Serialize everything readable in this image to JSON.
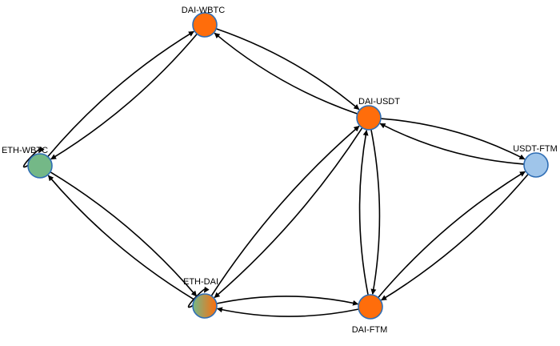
{
  "graph": {
    "nodes": [
      {
        "id": "dai_wbtc",
        "label": "DAI-WBTC",
        "fill": "orange"
      },
      {
        "id": "dai_usdt",
        "label": "DAI-USDT",
        "fill": "orange"
      },
      {
        "id": "usdt_ftm",
        "label": "USDT-FTM",
        "fill": "lightblue"
      },
      {
        "id": "eth_wbtc",
        "label": "ETH-WBTC",
        "fill": "green"
      },
      {
        "id": "eth_dai",
        "label": "ETH-DAI",
        "fill": "green-orange"
      },
      {
        "id": "dai_ftm",
        "label": "DAI-FTM",
        "fill": "orange"
      }
    ],
    "edges": [
      {
        "from": "dai_wbtc",
        "to": "eth_wbtc"
      },
      {
        "from": "eth_wbtc",
        "to": "dai_wbtc"
      },
      {
        "from": "dai_wbtc",
        "to": "dai_usdt"
      },
      {
        "from": "dai_usdt",
        "to": "dai_wbtc"
      },
      {
        "from": "eth_wbtc",
        "to": "eth_dai"
      },
      {
        "from": "eth_dai",
        "to": "eth_wbtc"
      },
      {
        "from": "eth_dai",
        "to": "dai_usdt"
      },
      {
        "from": "dai_usdt",
        "to": "eth_dai"
      },
      {
        "from": "eth_dai",
        "to": "dai_ftm"
      },
      {
        "from": "dai_ftm",
        "to": "eth_dai"
      },
      {
        "from": "dai_usdt",
        "to": "dai_ftm"
      },
      {
        "from": "dai_ftm",
        "to": "dai_usdt"
      },
      {
        "from": "dai_usdt",
        "to": "usdt_ftm"
      },
      {
        "from": "usdt_ftm",
        "to": "dai_usdt"
      },
      {
        "from": "usdt_ftm",
        "to": "dai_ftm"
      },
      {
        "from": "dai_ftm",
        "to": "usdt_ftm"
      },
      {
        "from": "eth_wbtc",
        "to": "eth_wbtc"
      },
      {
        "from": "eth_dai",
        "to": "eth_dai"
      }
    ],
    "colors": {
      "orange": "#ff6d0b",
      "lightblue": "#9fc5ea",
      "green": "#74b887",
      "node_stroke": "#2e6db4",
      "edge": "#000000"
    }
  }
}
